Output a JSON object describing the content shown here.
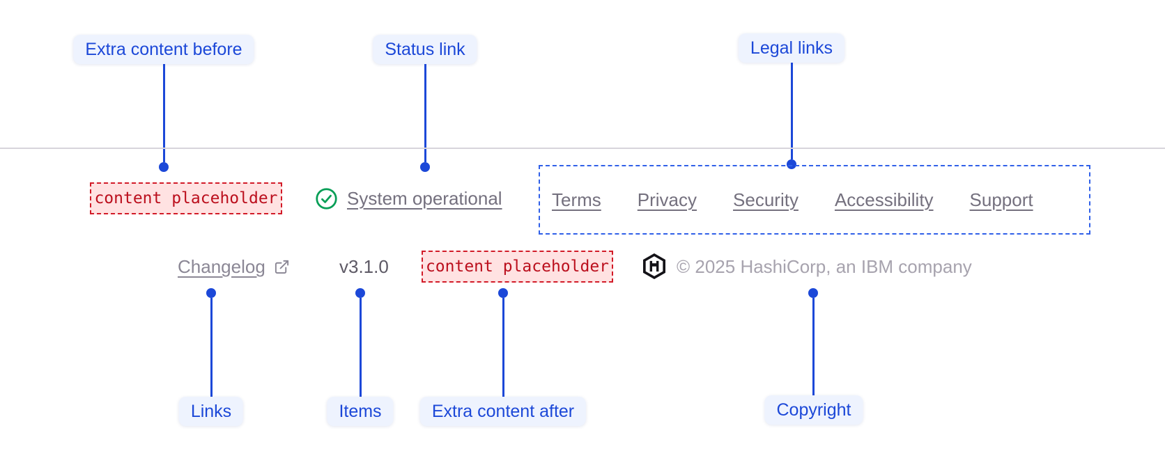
{
  "annotations": {
    "extra_content_before": "Extra content before",
    "status_link": "Status link",
    "legal_links": "Legal links",
    "links": "Links",
    "items": "Items",
    "extra_content_after": "Extra content after",
    "copyright": "Copyright"
  },
  "footer": {
    "extra_content_before": {
      "placeholder": "content placeholder"
    },
    "status": {
      "label": "System operational",
      "icon": "check-circle-icon"
    },
    "legal": {
      "links": [
        "Terms",
        "Privacy",
        "Security",
        "Accessibility",
        "Support"
      ]
    },
    "links": {
      "changelog": "Changelog",
      "external_icon": "external-link-icon"
    },
    "items": {
      "version": "v3.1.0"
    },
    "extra_content_after": {
      "placeholder": "content placeholder"
    },
    "copyright": {
      "logo": "hashicorp-logo-icon",
      "text": "© 2025 HashiCorp, an IBM company"
    }
  },
  "colors": {
    "annotation_blue": "#1c48d8",
    "annotation_pill_bg": "#eef3fe",
    "legal_outline_blue": "#3060e8",
    "placeholder_border_red": "#d21b28",
    "placeholder_bg_pink": "#ffe2e2",
    "placeholder_text_red": "#bb0f1d",
    "status_green": "#069e56",
    "link_gray": "#74707e",
    "version_gray": "#5d5965",
    "copyright_gray": "#a7a3ae",
    "separator_gray": "#d7d4db",
    "logo_black": "#141318"
  }
}
